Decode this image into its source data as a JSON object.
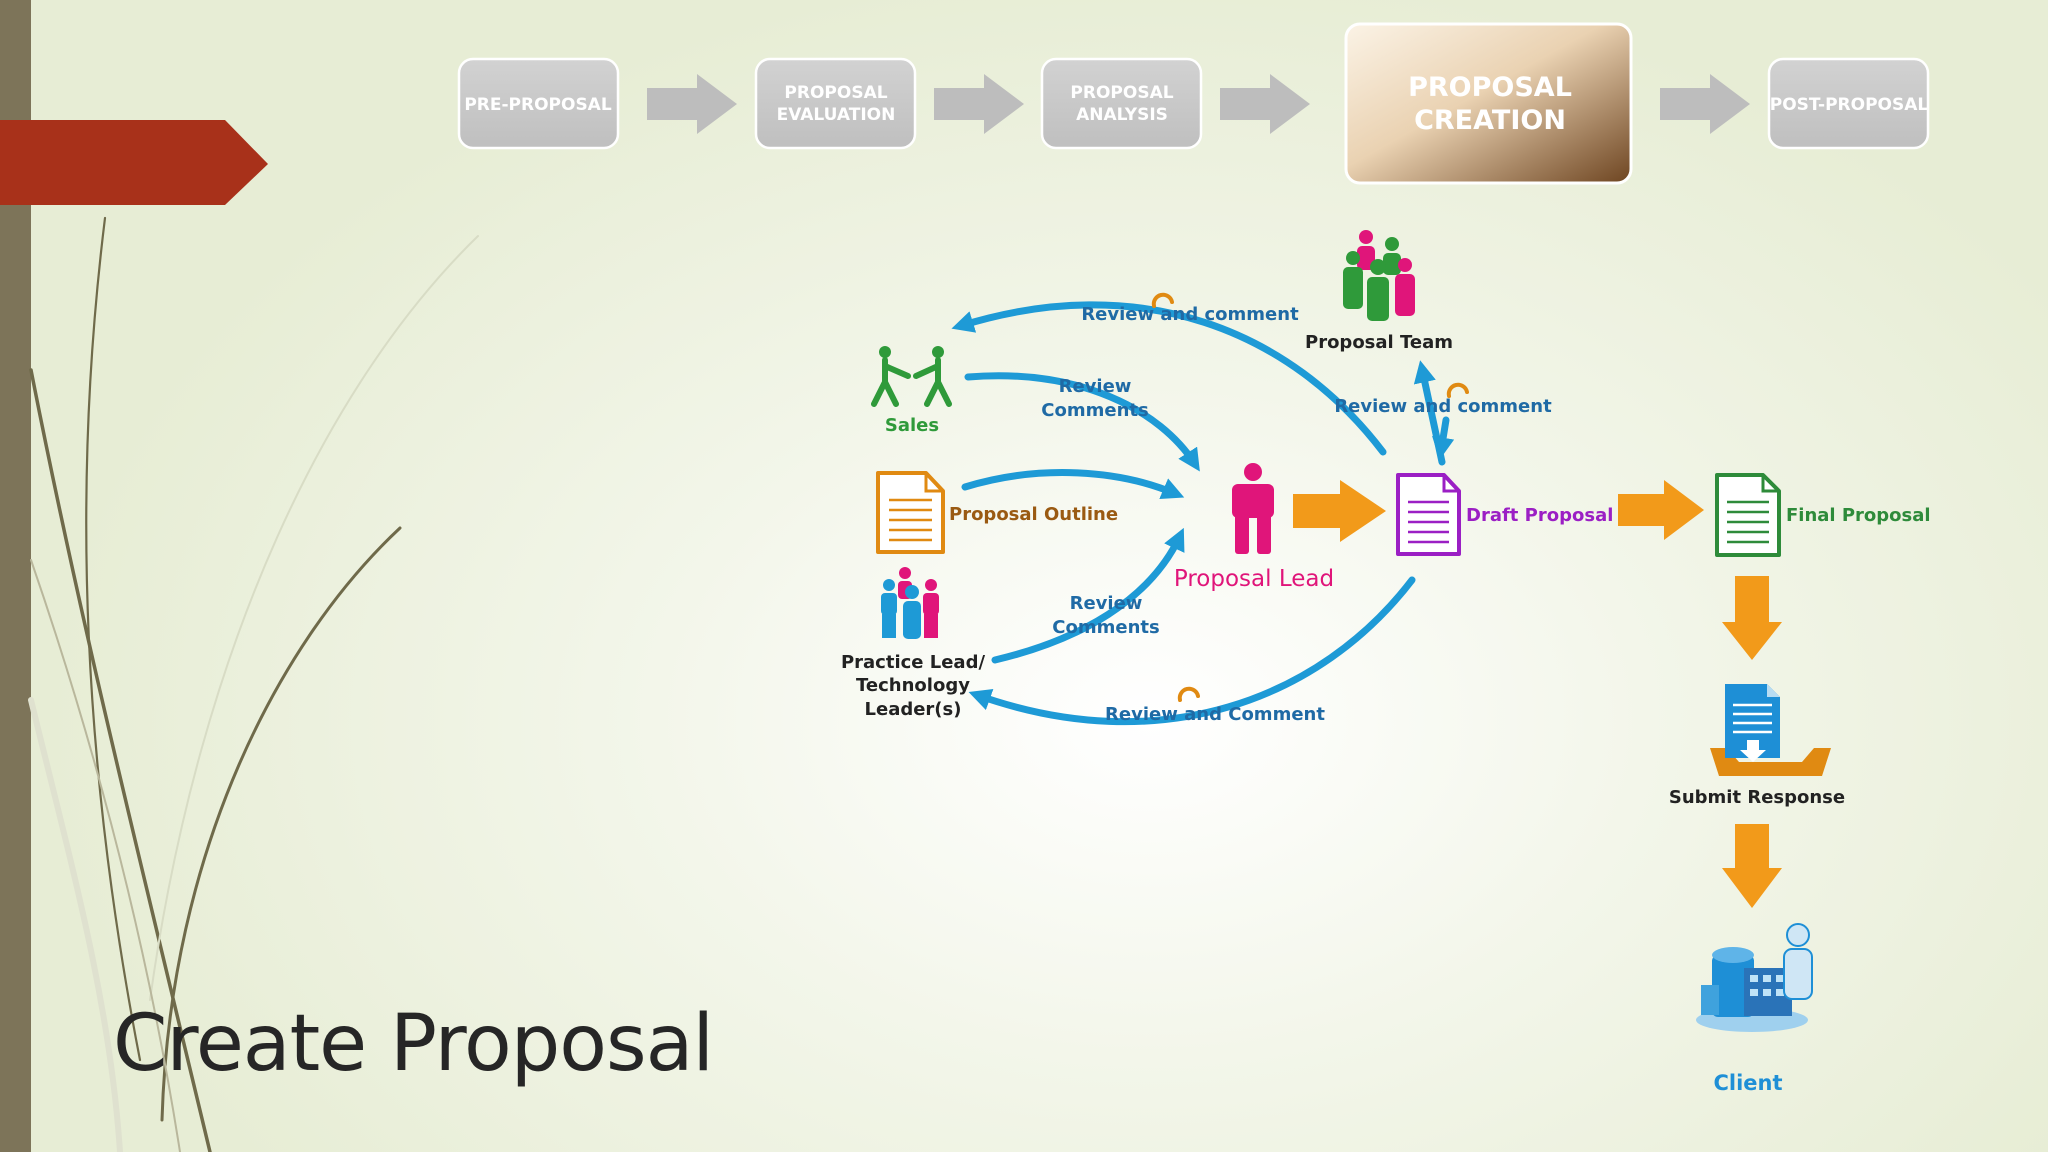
{
  "slide": {
    "title": "Create Proposal"
  },
  "process": {
    "steps": [
      {
        "label_lines": [
          "PRE-PROPOSAL"
        ],
        "active": false
      },
      {
        "label_lines": [
          "PROPOSAL",
          "EVALUATION"
        ],
        "active": false
      },
      {
        "label_lines": [
          "PROPOSAL",
          "ANALYSIS"
        ],
        "active": false
      },
      {
        "label_lines": [
          "PROPOSAL",
          "CREATION"
        ],
        "active": true
      },
      {
        "label_lines": [
          "POST-PROPOSAL"
        ],
        "active": false
      }
    ]
  },
  "diagram": {
    "nodes": {
      "sales": "Sales",
      "proposal_outline": "Proposal Outline",
      "practice_lead": [
        "Practice Lead/",
        "Technology",
        "Leader(s)"
      ],
      "proposal_lead": "Proposal Lead",
      "proposal_team": "Proposal Team",
      "draft_proposal": "Draft Proposal",
      "final_proposal": "Final Proposal",
      "submit_response": "Submit Response",
      "client": "Client"
    },
    "edges": {
      "top_review": "Review and comment",
      "sales_review": [
        "Review",
        "Comments"
      ],
      "practice_review": [
        "Review",
        "Comments"
      ],
      "team_review": "Review and comment",
      "bottom_review": "Review and Comment"
    }
  },
  "colors": {
    "step_inactive": "#c9c9c9",
    "step_text": "#ffffff",
    "active_step_light": "#f7ead8",
    "active_step_dark": "#7a4f24",
    "arrow_grey": "#bdbdbd",
    "flow_blue": "#1e9ad6",
    "edge_text": "#1f6aa5",
    "flow_orange": "#f29a1a",
    "sales_green": "#2f9a3a",
    "outline_orange": "#e08a12",
    "lead_magenta": "#e0157a",
    "draft_purple": "#9b1fc4",
    "final_green": "#2e8b3a",
    "client_blue": "#1e8fd6",
    "red_tab": "#a8311a",
    "side_bar": "#7d7459",
    "title_text": "#262626"
  },
  "icons": {
    "sales": "two-people-icon",
    "proposal_outline": "document-icon",
    "practice_lead": "group-icon",
    "proposal_lead": "person-icon",
    "proposal_team": "team-icon",
    "draft_proposal": "document-icon",
    "final_proposal": "document-icon",
    "submit_response": "inbox-download-icon",
    "client": "client-building-icon",
    "revision": "circular-arrow-icon"
  }
}
